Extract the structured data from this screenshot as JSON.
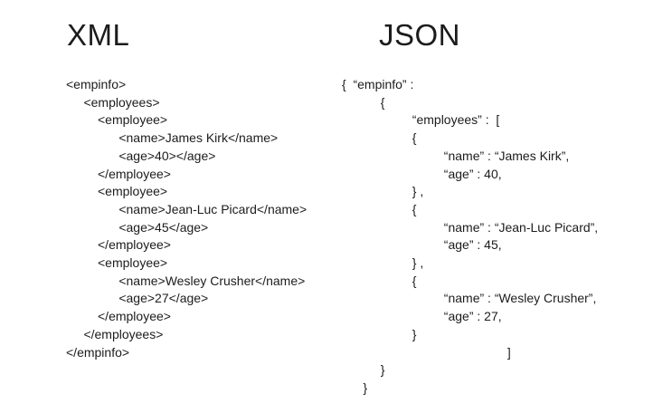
{
  "slide": {
    "background_color": "#ffffff",
    "text_color": "#1c1c1c"
  },
  "panels": {
    "xml": {
      "title": "XML",
      "lines": [
        "<empinfo>",
        "     <employees>",
        "         <employee>",
        "               <name>James Kirk</name>",
        "               <age>40></age>",
        "         </employee>",
        "         <employee>",
        "               <name>Jean-Luc Picard</name>",
        "               <age>45</age>",
        "         </employee>",
        "         <employee>",
        "               <name>Wesley Crusher</name>",
        "               <age>27</age>",
        "         </employee>",
        "     </employees>",
        "</empinfo>"
      ]
    },
    "json": {
      "title": "JSON",
      "lines": [
        "{  “empinfo” :",
        "           {",
        "                    “employees” :  [",
        "                    {",
        "                             “name” : “James Kirk”,",
        "                             “age” : 40,",
        "                    } ,",
        "                    {",
        "                             “name” : “Jean-Luc Picard”,",
        "                             “age” : 45,",
        "                    } ,",
        "                    {",
        "                             “name” : “Wesley Crusher”,",
        "                             “age” : 27,",
        "                    }",
        "                                               ]",
        "           }",
        "      }"
      ]
    }
  }
}
